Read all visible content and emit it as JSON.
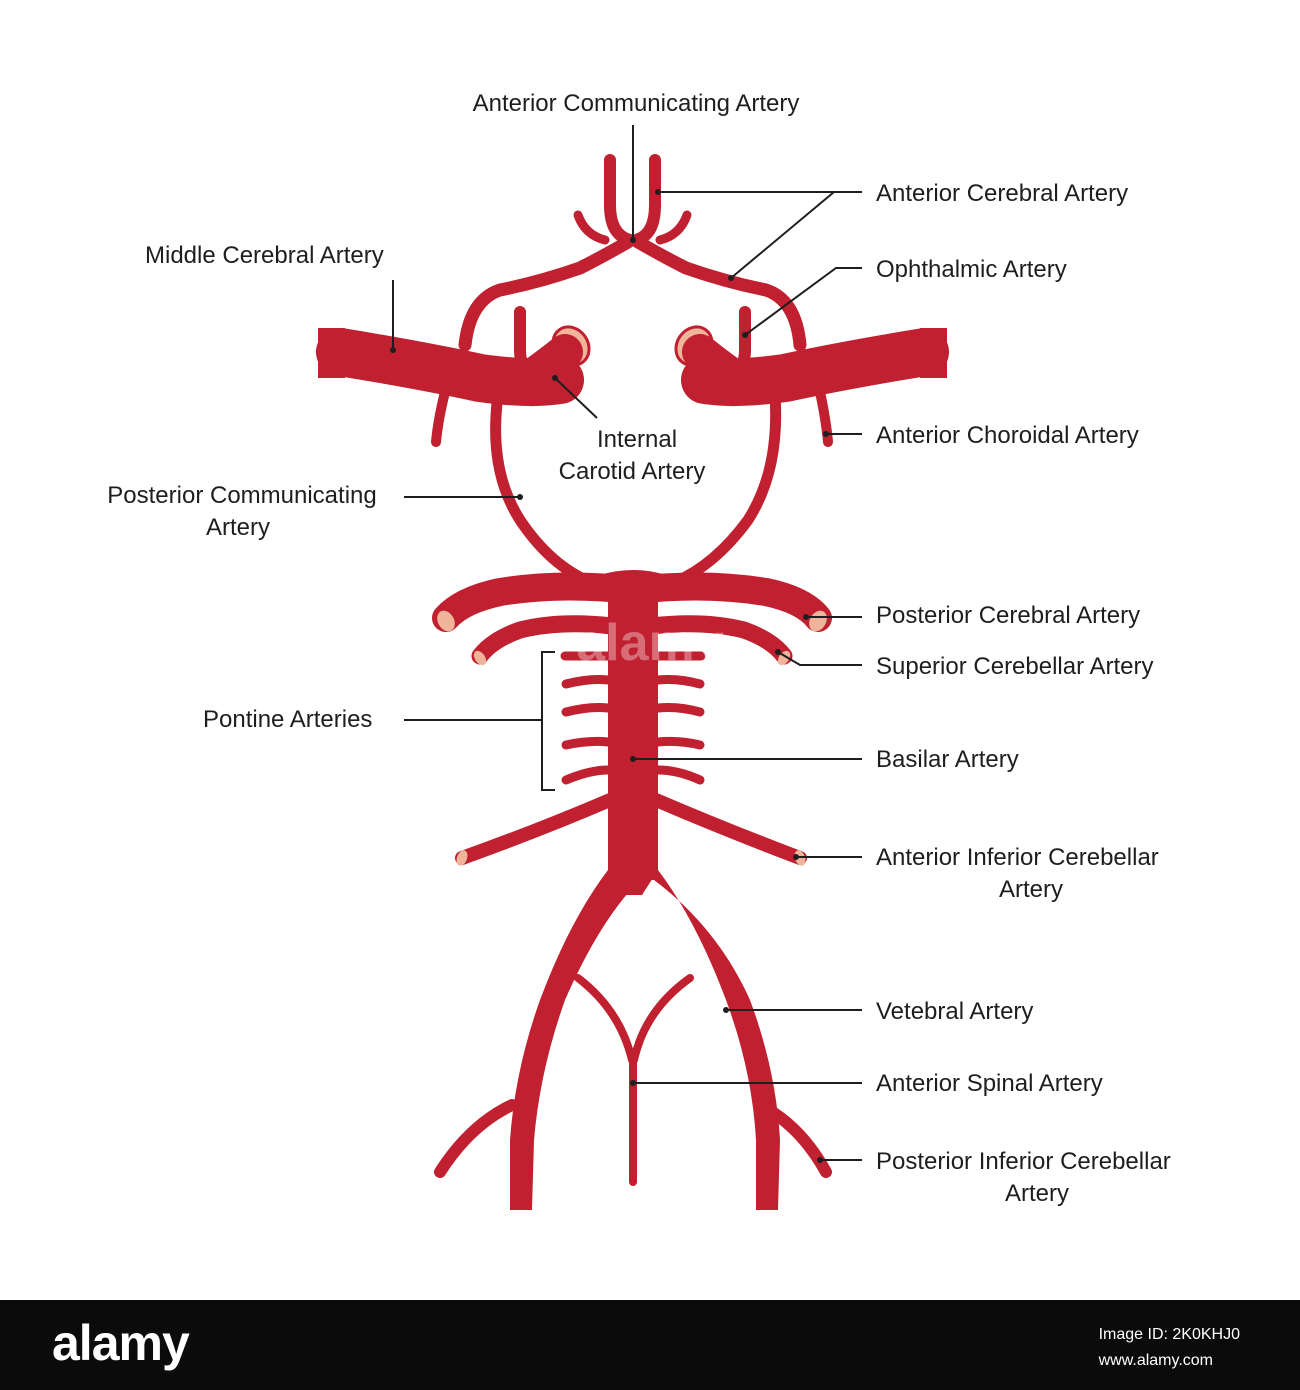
{
  "labels": {
    "acomm": "Anterior Communicating Artery",
    "aca": "Anterior Cerebral Artery",
    "oph": "Ophthalmic Artery",
    "mca": "Middle Cerebral Artery",
    "ica_1": "Internal",
    "ica_2": "Carotid Artery",
    "achor": "Anterior Choroidal Artery",
    "pcomm_1": "Posterior Communicating",
    "pcomm_2": "Artery",
    "pca": "Posterior Cerebral Artery",
    "sca": "Superior Cerebellar Artery",
    "pontine": "Pontine Arteries",
    "basilar": "Basilar Artery",
    "aica_1": "Anterior Inferior Cerebellar",
    "aica_2": "Artery",
    "vertebral": "Vetebral Artery",
    "asa": "Anterior Spinal Artery",
    "pica_1": "Posterior Inferior Cerebellar",
    "pica_2": "Artery"
  },
  "watermark": "alamy",
  "footer": {
    "logo": "alamy",
    "image_id": "Image ID: 2K0KHJ0",
    "site": "www.alamy.com"
  },
  "colors": {
    "artery": "#c0202f",
    "lumen": "#f0b59a",
    "text": "#1e1e1e",
    "footer_bg": "#0b0b0b"
  }
}
